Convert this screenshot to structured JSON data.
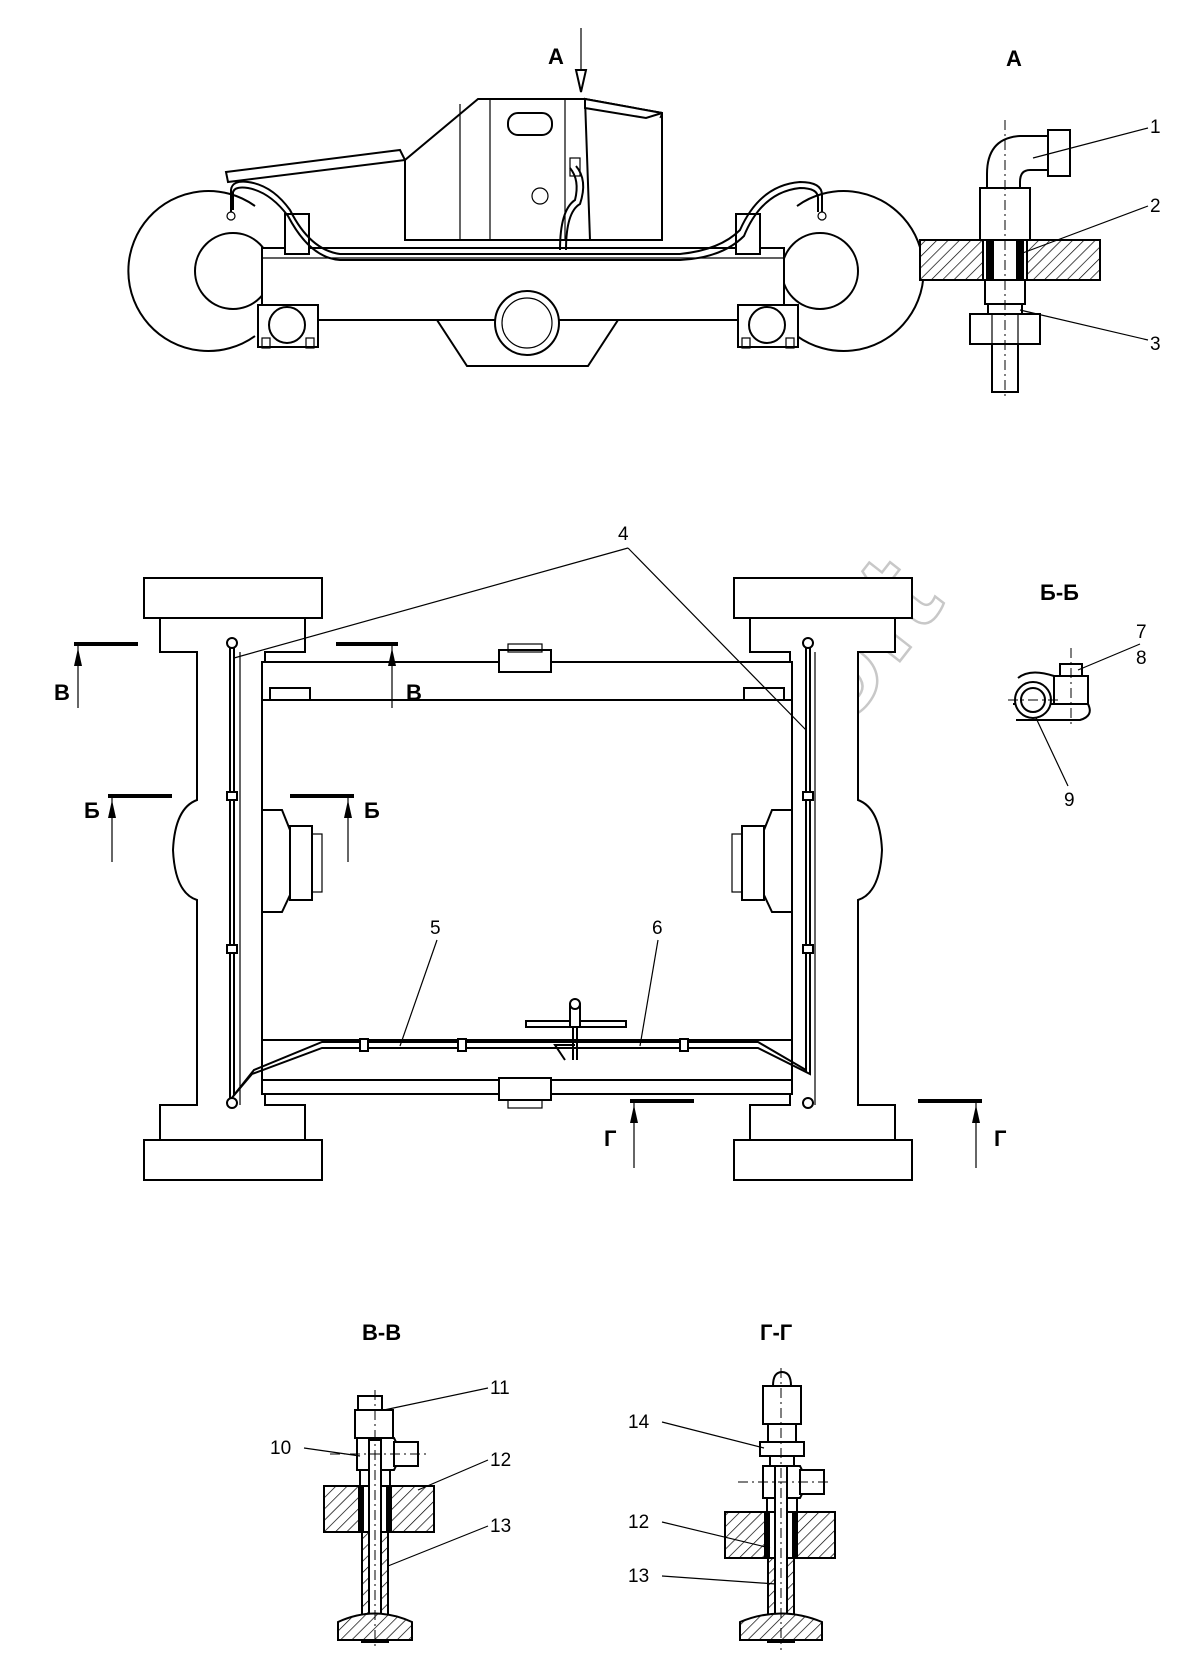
{
  "watermark": "AutoSoft",
  "views": {
    "view_a_arrow": "А",
    "view_a_title": "А",
    "section_bb_title": "Б-Б",
    "section_vv_title": "В-В",
    "section_gg_title": "Г-Г"
  },
  "section_markers": {
    "v_left": "В",
    "v_right": "В",
    "b_left": "Б",
    "b_right": "Б",
    "g_left": "Г",
    "g_right": "Г"
  },
  "callouts": {
    "p1": "1",
    "p2": "2",
    "p3": "3",
    "p4": "4",
    "p5": "5",
    "p6": "6",
    "p7": "7",
    "p8": "8",
    "p9": "9",
    "p10": "10",
    "p11": "11",
    "p12a": "12",
    "p13a": "13",
    "p14": "14",
    "p12b": "12",
    "p13b": "13"
  }
}
